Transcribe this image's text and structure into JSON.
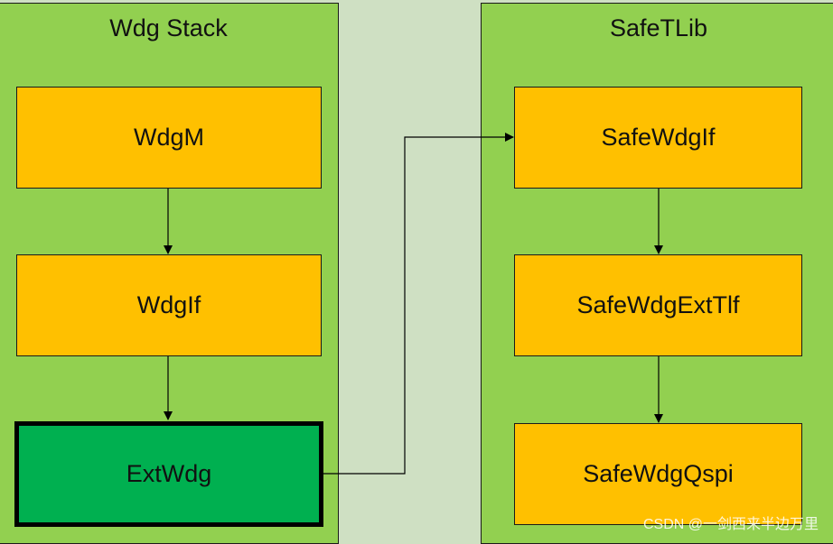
{
  "panels": {
    "left": {
      "title": "Wdg Stack"
    },
    "right": {
      "title": "SafeTLib"
    }
  },
  "boxes": {
    "wdgm": "WdgM",
    "wdgif": "WdgIf",
    "extwdg": "ExtWdg",
    "safewdgif": "SafeWdgIf",
    "safewdgexttlf": "SafeWdgExtTlf",
    "safewdgqspi": "SafeWdgQspi"
  },
  "colors": {
    "panel": "#92d050",
    "gap": "#cfe0c3",
    "box": "#ffc000",
    "highlight_box": "#00b050"
  },
  "watermark": "CSDN @一剑西来半边万里"
}
